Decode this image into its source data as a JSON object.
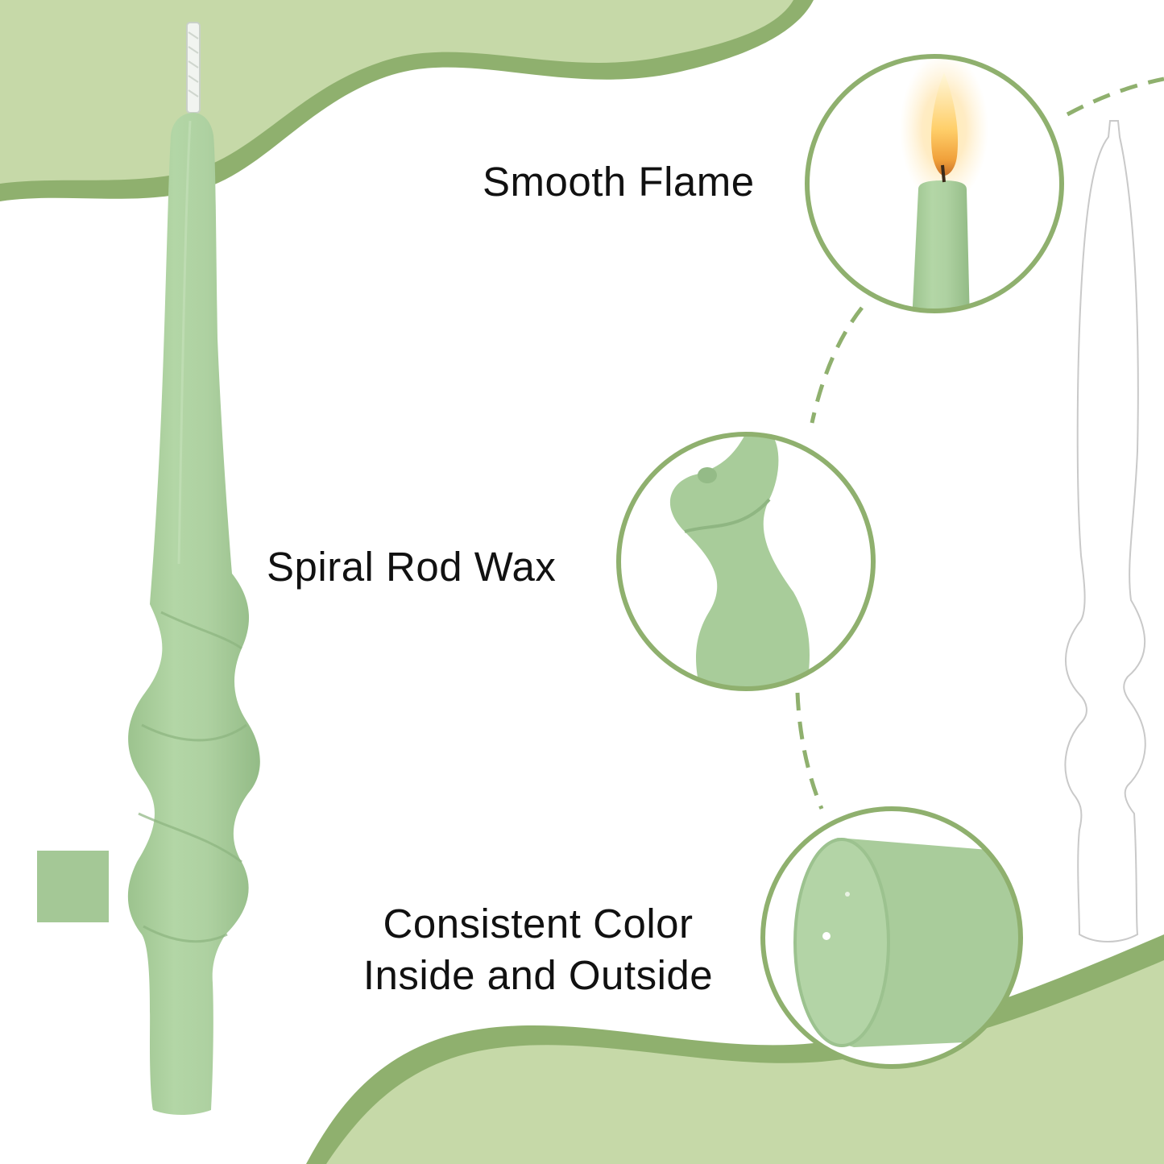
{
  "features": {
    "flame": "Smooth Flame",
    "spiral": "Spiral Rod Wax",
    "color_line1": "Consistent Color",
    "color_line2": "Inside and Outside"
  },
  "colors": {
    "candle": "#a9cc9b",
    "candle_shade": "#93b985",
    "theme_dark": "#8fb06e",
    "theme_light": "#c6d9a8",
    "swatch": "#a4c896"
  }
}
